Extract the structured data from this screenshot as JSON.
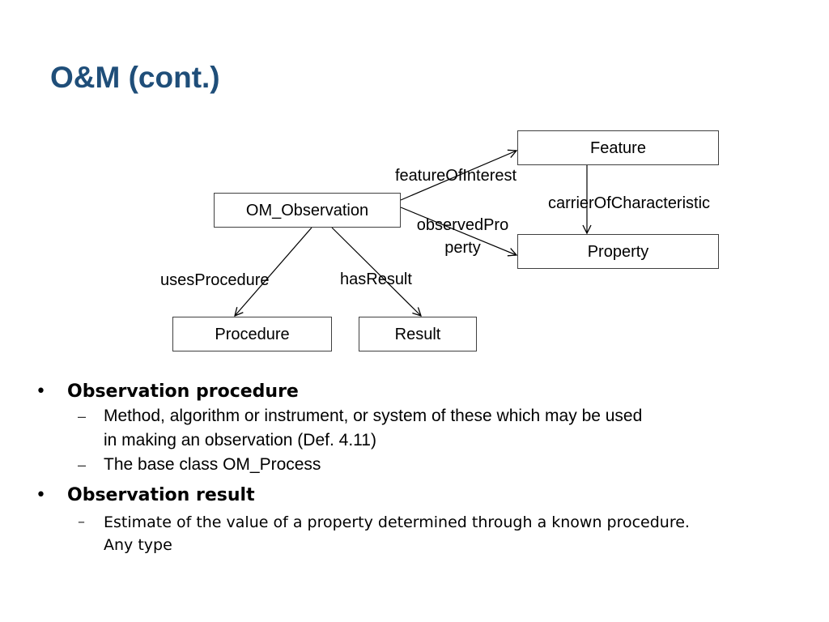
{
  "slide": {
    "title": "O&M (cont.)"
  },
  "diagram": {
    "nodes": {
      "feature": "Feature",
      "observation": "OM_Observation",
      "property": "Property",
      "procedure": "Procedure",
      "result": "Result"
    },
    "edges": {
      "feature_of_interest": "featureOfInterest",
      "carrier_of_characteristic": "carrierOfCharacteristic",
      "observed_property_line1": "observedPro",
      "observed_property_line2": "perty",
      "uses_procedure": "usesProcedure",
      "has_result": "hasResult"
    }
  },
  "bullets": [
    {
      "heading": "Observation procedure",
      "items": [
        "Method, algorithm or instrument, or system of these which may be used",
        "in making an observation (Def. 4.11)",
        "The base class OM_Process"
      ]
    },
    {
      "heading": "Observation result",
      "items": [
        "Estimate of the value of a property determined through a known procedure.",
        "Any type"
      ]
    }
  ],
  "symbols": {
    "bullet": "•",
    "dash": "–"
  }
}
